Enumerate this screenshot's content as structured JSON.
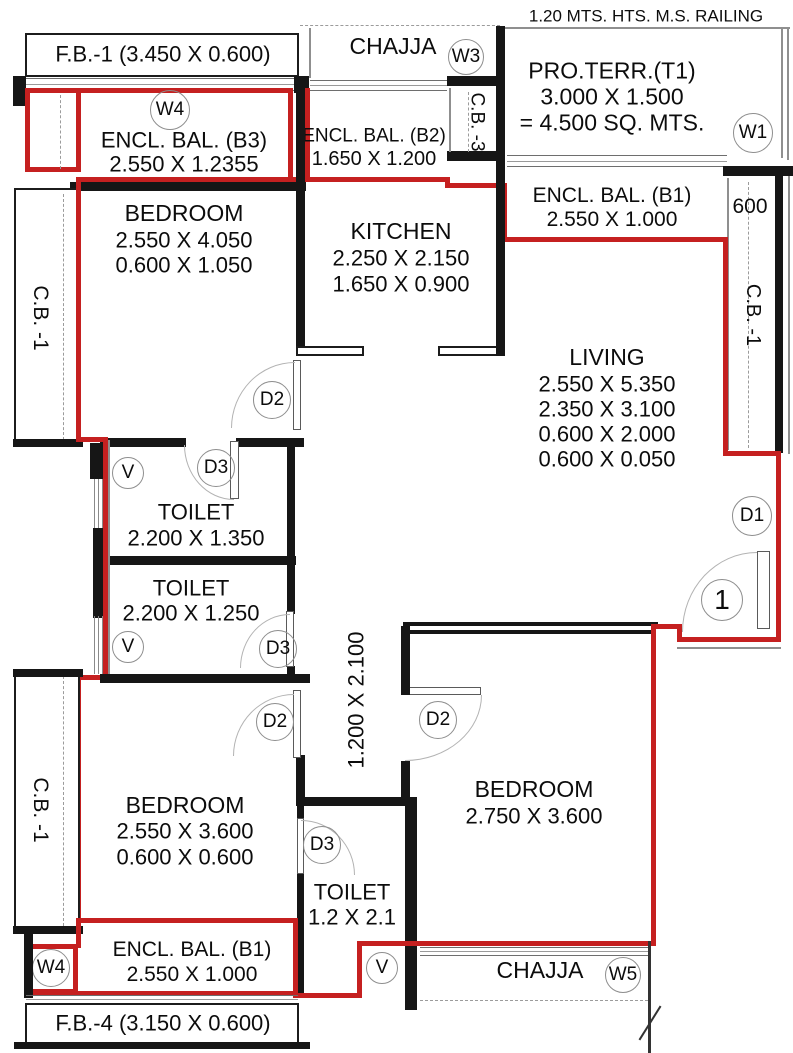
{
  "colors": {
    "boundary_red": "#c52020",
    "wall_black": "#161616"
  },
  "notes": {
    "railing": "1.20 MTS. HTS. M.S. RAILING",
    "dim_600": "600"
  },
  "flower_beds": {
    "fb1": "F.B.-1 (3.450 X 0.600)",
    "fb4": "F.B.-4 (3.150 X 0.600)"
  },
  "chajja": {
    "top": "CHAJJA",
    "bottom": "CHAJJA"
  },
  "terrace": {
    "l1": "PRO.TERR.(T1)",
    "l2": "3.000 X 1.500",
    "l3": "= 4.500 SQ. MTS."
  },
  "balconies": {
    "b3": {
      "l1": "ENCL. BAL. (B3)",
      "l2": "2.550 X 1.2355"
    },
    "b2": {
      "l1": "ENCL. BAL. (B2)",
      "l2": "1.650 X 1.200"
    },
    "b1_top": {
      "l1": "ENCL. BAL. (B1)",
      "l2": "2.550 X 1.000"
    },
    "b1_bottom": {
      "l1": "ENCL. BAL. (B1)",
      "l2": "2.550 X 1.000"
    }
  },
  "rooms": {
    "bedroom_tl": {
      "name": "BEDROOM",
      "d1": "2.550 X 4.050",
      "d2": "0.600 X 1.050"
    },
    "kitchen": {
      "name": "KITCHEN",
      "d1": "2.250 X 2.150",
      "d2": "1.650 X 0.900"
    },
    "living": {
      "name": "LIVING",
      "d1": "2.550 X 5.350",
      "d2": "2.350 X 3.100",
      "d3": "0.600 X 2.000",
      "d4": "0.600 X 0.050"
    },
    "toilet_top": {
      "name": "TOILET",
      "d1": "2.200 X 1.350"
    },
    "toilet_mid": {
      "name": "TOILET",
      "d1": "2.200 X 1.250"
    },
    "bedroom_bl": {
      "name": "BEDROOM",
      "d1": "2.550 X 3.600",
      "d2": "0.600 X 0.600"
    },
    "bedroom_br": {
      "name": "BEDROOM",
      "d1": "2.750 X 3.600"
    },
    "toilet_bottom": {
      "name": "TOILET",
      "d1": "1.2 X 2.1"
    }
  },
  "passage": {
    "dim": "1.200 X 2.100"
  },
  "shafts": {
    "cb1": "C.B. -1",
    "cb3": "C.B. -3"
  },
  "tags": {
    "w1": "W1",
    "w3": "W3",
    "w4": "W4",
    "w5": "W5",
    "d1": "D1",
    "d2": "D2",
    "d3": "D3",
    "v": "V",
    "entry": "1"
  }
}
